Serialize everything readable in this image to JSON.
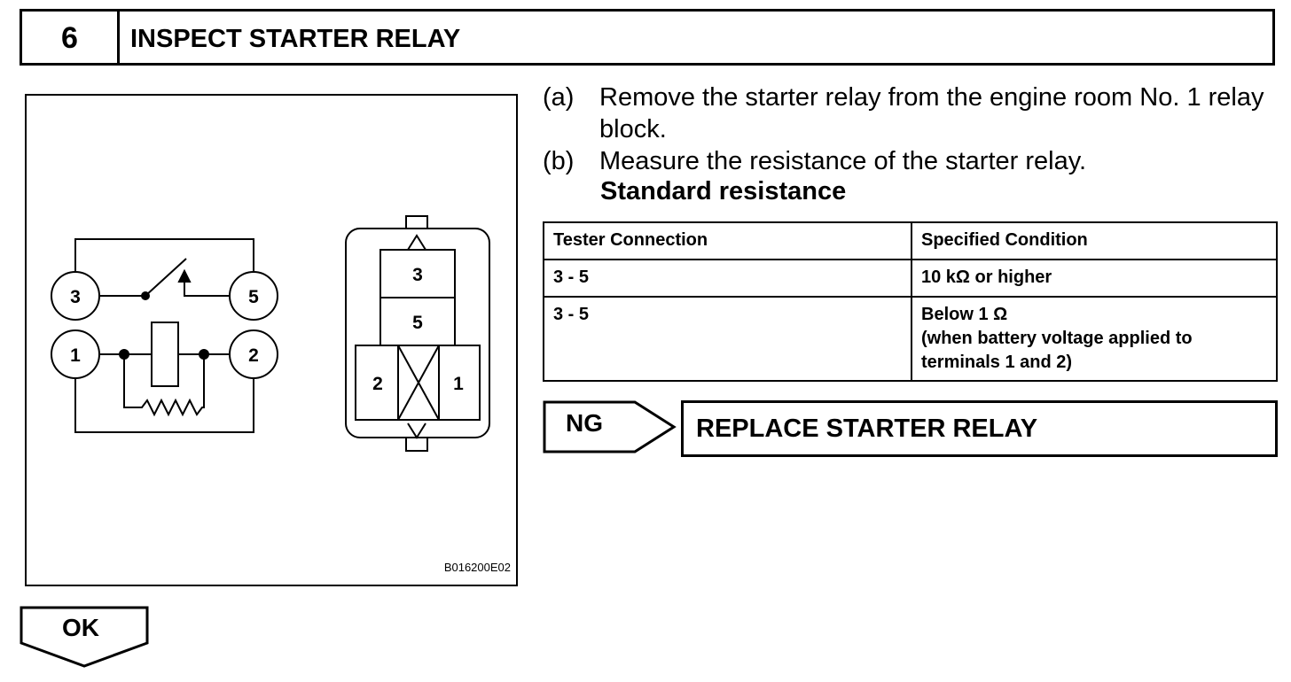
{
  "step": {
    "number": "6",
    "title": "INSPECT STARTER RELAY"
  },
  "figure": {
    "code": "B016200E02",
    "schematic_terminals": [
      "3",
      "5",
      "1",
      "2"
    ],
    "connector_terminals": {
      "top": "3",
      "middle": "5",
      "left": "2",
      "right": "1"
    }
  },
  "instructions": [
    {
      "label": "(a)",
      "text": "Remove the starter relay from the engine room No. 1 relay block."
    },
    {
      "label": "(b)",
      "text": "Measure the resistance of the starter relay."
    }
  ],
  "standard_heading": "Standard resistance",
  "table": {
    "headers": [
      "Tester Connection",
      "Specified Condition"
    ],
    "rows": [
      {
        "connection": "3 - 5",
        "condition": [
          "10 kΩ or higher"
        ]
      },
      {
        "connection": "3 - 5",
        "condition": [
          "Below 1 Ω",
          "(when battery voltage applied to",
          "terminals 1 and 2)"
        ]
      }
    ]
  },
  "ng": {
    "label": "NG",
    "action": "REPLACE STARTER RELAY"
  },
  "ok": {
    "label": "OK"
  }
}
